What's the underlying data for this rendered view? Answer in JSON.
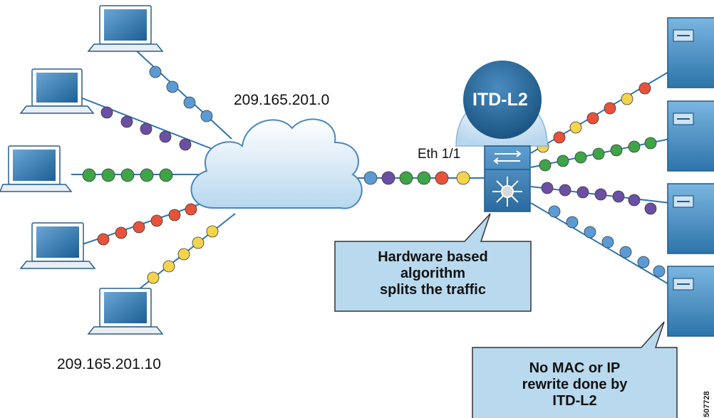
{
  "labels": {
    "cloud_network": "209.165.201.0",
    "client_ip": "209.165.201.10",
    "interface": "Eth 1/1",
    "itd_badge": "ITD-L2",
    "figure_id": "507728"
  },
  "callouts": {
    "hardware": [
      "Hardware based",
      "algorithm",
      "splits the traffic"
    ],
    "no_rewrite": [
      "No MAC or IP",
      "rewrite done by",
      "ITD-L2"
    ]
  },
  "colors": {
    "bead_blue": "#5b9bd5",
    "bead_purple": "#6b4fa3",
    "bead_green": "#3fa347",
    "bead_red": "#e8523a",
    "bead_yellow": "#f3d44a",
    "callout_fill": "#b9d9ee",
    "device_blue": "#2d6fa3",
    "badge_blue": "#1e5f8e"
  },
  "nodes": {
    "laptops": [
      "laptop-1",
      "laptop-2",
      "laptop-3",
      "laptop-4",
      "laptop-5"
    ],
    "servers": [
      "server-1",
      "server-2",
      "server-3",
      "server-4"
    ],
    "cloud": "network-cloud",
    "switch": "itd-switch"
  }
}
